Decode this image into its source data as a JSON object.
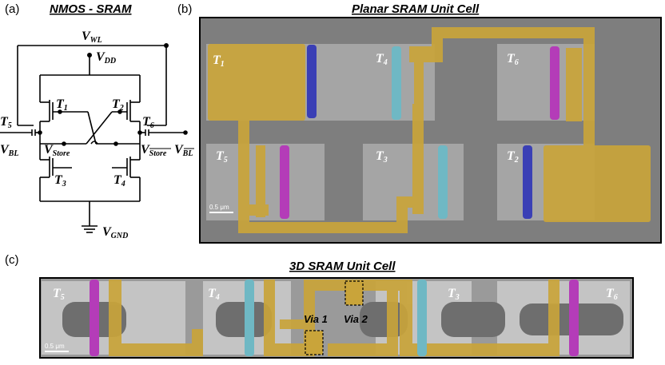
{
  "panel_a": {
    "letter": "(a)",
    "title": "NMOS - SRAM",
    "vwl": "V",
    "vwl_sub": "WL",
    "vdd": "V",
    "vdd_sub": "DD",
    "vgnd": "V",
    "vgnd_sub": "GND",
    "vbl": "V",
    "vbl_sub": "BL",
    "vblbar": "V",
    "vblbar_sub": "BL",
    "vstore": "V",
    "vstore_sub": "Store",
    "vstorebar": "V",
    "vstorebar_sub": "Store",
    "t1": "T",
    "t1_sub": "1",
    "t2": "T",
    "t2_sub": "2",
    "t3": "T",
    "t3_sub": "3",
    "t4": "T",
    "t4_sub": "4",
    "t5": "T",
    "t5_sub": "5",
    "t6": "T",
    "t6_sub": "6"
  },
  "panel_b": {
    "letter": "(b)",
    "title": "Planar SRAM Unit Cell",
    "scale": "0.5 μm",
    "t1": "T",
    "t1_sub": "1",
    "t2": "T",
    "t2_sub": "2",
    "t3": "T",
    "t3_sub": "3",
    "t4": "T",
    "t4_sub": "4",
    "t5": "T",
    "t5_sub": "5",
    "t6": "T",
    "t6_sub": "6"
  },
  "panel_c": {
    "letter": "(c)",
    "title": "3D SRAM Unit Cell",
    "scale": "0.5 μm",
    "via1": "Via 1",
    "via2": "Via 2",
    "t3": "T",
    "t3_sub": "3",
    "t4": "T",
    "t4_sub": "4",
    "t5": "T",
    "t5_sub": "5",
    "t6": "T",
    "t6_sub": "6"
  },
  "colors": {
    "gold": "#c9a43a",
    "blue": "#3a3fb5",
    "teal": "#6fb8c4",
    "magenta": "#b43cb8",
    "sem_gray": "#8a8a8a"
  }
}
